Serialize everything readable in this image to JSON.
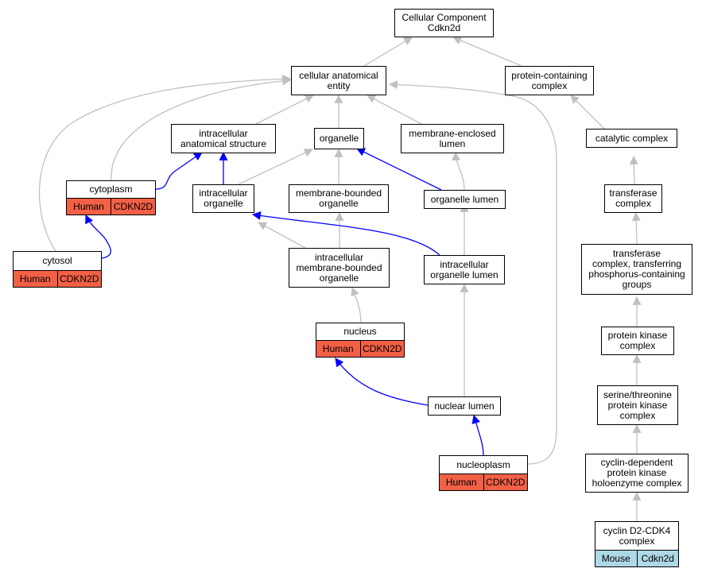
{
  "colors": {
    "is_a_edge": "#c0c0c0",
    "part_of_edge": "#0000ff",
    "human_tag": "#f26046",
    "mouse_tag": "#add8e6"
  },
  "nodes": {
    "cc_root": {
      "label": "Cellular Component\nCdkn2d"
    },
    "cae": {
      "label": "cellular anatomical\nentity"
    },
    "pcc": {
      "label": "protein-containing\ncomplex"
    },
    "ias": {
      "label": "intracellular\nanatomical structure"
    },
    "org": {
      "label": "organelle"
    },
    "mel": {
      "label": "membrane-enclosed\nlumen"
    },
    "catc": {
      "label": "catalytic complex"
    },
    "cyto": {
      "label": "cytoplasm",
      "species": "Human",
      "gene": "CDKN2D"
    },
    "io": {
      "label": "intracellular\norganelle"
    },
    "mbo": {
      "label": "membrane-bounded\norganelle"
    },
    "ol": {
      "label": "organelle lumen"
    },
    "tc": {
      "label": "transferase\ncomplex"
    },
    "cytosol": {
      "label": "cytosol",
      "species": "Human",
      "gene": "CDKN2D"
    },
    "imbo": {
      "label": "intracellular\nmembrane-bounded\norganelle"
    },
    "iol": {
      "label": "intracellular\norganelle lumen"
    },
    "tcp": {
      "label": "transferase\ncomplex, transferring\nphosphorus-containing\ngroups"
    },
    "nuc": {
      "label": "nucleus",
      "species": "Human",
      "gene": "CDKN2D"
    },
    "pkc": {
      "label": "protein kinase\ncomplex"
    },
    "stpk": {
      "label": "serine/threonine\nprotein kinase\ncomplex"
    },
    "nl": {
      "label": "nuclear lumen"
    },
    "np": {
      "label": "nucleoplasm",
      "species": "Human",
      "gene": "CDKN2D"
    },
    "cdpk": {
      "label": "cyclin-dependent\nprotein kinase\nholoenzyme complex"
    },
    "cd2": {
      "label": "cyclin D2-CDK4\ncomplex",
      "species": "Mouse",
      "gene": "Cdkn2d"
    }
  }
}
